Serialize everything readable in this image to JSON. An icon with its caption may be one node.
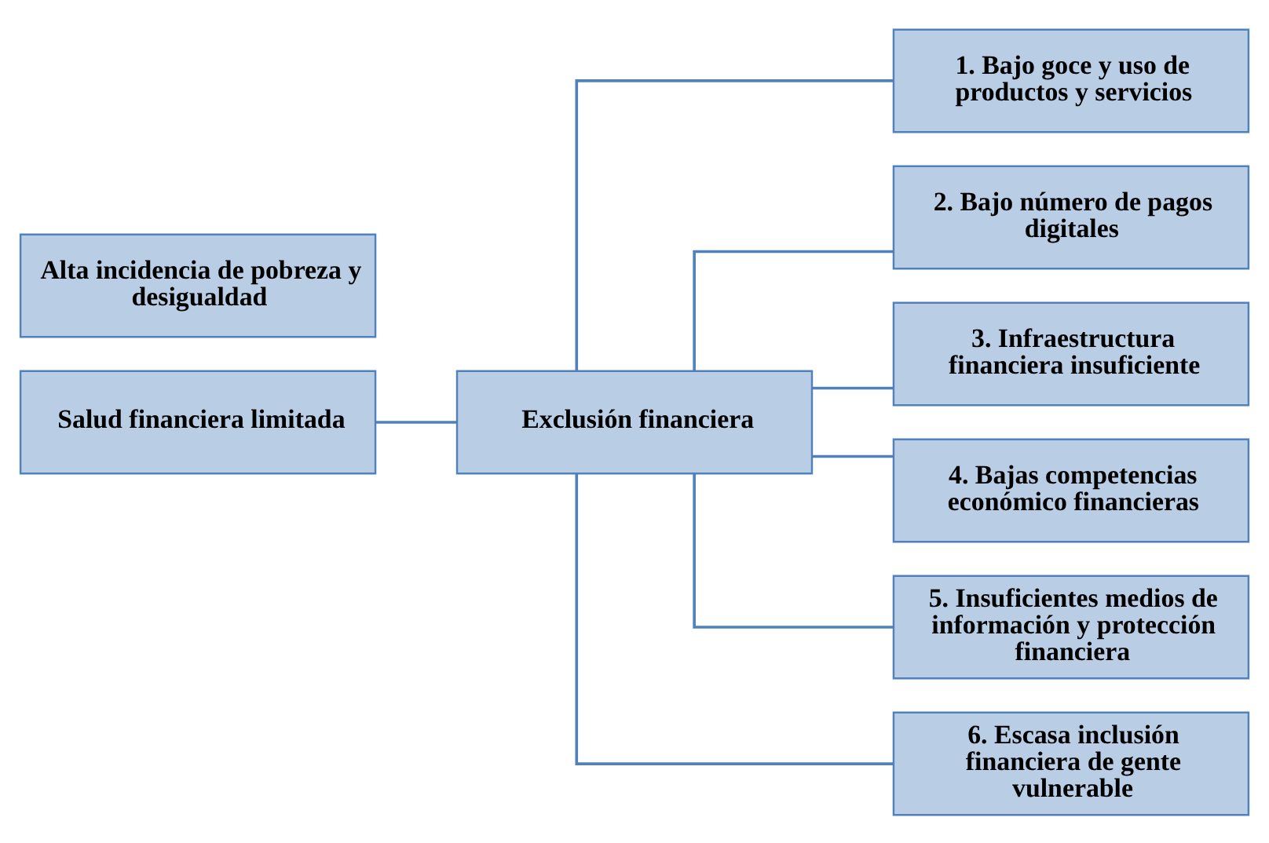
{
  "diagram": {
    "nodes": [
      {
        "text": [
          "Alta incidencia de pobreza y desigualdad"
        ]
      },
      {
        "text": [
          "Salud financiera limitada"
        ]
      },
      {
        "text": [
          "Exclusión financiera"
        ]
      },
      {
        "text": [
          "1. Bajo goce y uso de productos y servicios"
        ]
      },
      {
        "text": [
          "2. Bajo número de pagos digitales"
        ]
      },
      {
        "text": [
          "3. Infraestructura financiera insuficiente"
        ]
      },
      {
        "text": [
          "4. Bajas competencias económico financieras"
        ]
      },
      {
        "text": [
          "5. Insuficientes medios de información y protección financiera"
        ]
      },
      {
        "text": [
          "6. Escasa inclusión financiera de gente vulnerable"
        ]
      }
    ],
    "edges": [
      {
        "from": 1,
        "to": 2,
        "arrow": "none"
      },
      {
        "from": 2,
        "to": 3,
        "arrow": "none"
      },
      {
        "from": 2,
        "to": 4,
        "arrow": "none"
      },
      {
        "from": 2,
        "to": 5,
        "arrow": "none"
      },
      {
        "from": 2,
        "to": 6,
        "arrow": "none"
      },
      {
        "from": 2,
        "to": 7,
        "arrow": "none"
      },
      {
        "from": 2,
        "to": 8,
        "arrow": "none"
      }
    ]
  }
}
